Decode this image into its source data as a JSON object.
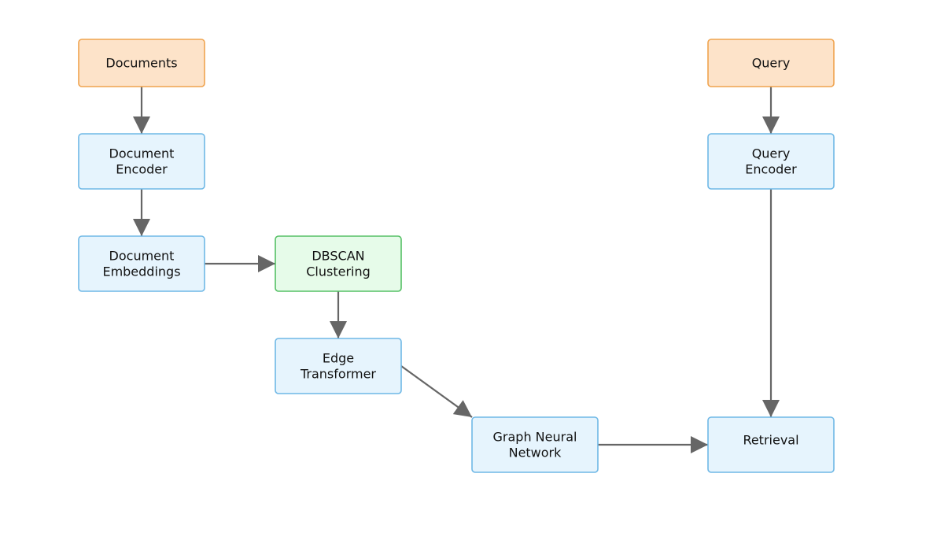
{
  "colors": {
    "edge": "#666666",
    "io_fill": "#fde3c9",
    "io_stroke": "#f0a44f",
    "process_fill": "#e6f4fd",
    "process_stroke": "#6fb8e6",
    "cluster_fill": "#e6fbe9",
    "cluster_stroke": "#55c065"
  },
  "nodes": [
    {
      "id": "documents",
      "kind": "io",
      "lines": [
        "Documents"
      ]
    },
    {
      "id": "query",
      "kind": "io",
      "lines": [
        "Query"
      ]
    },
    {
      "id": "document-encoder",
      "kind": "process",
      "lines": [
        "Document",
        "Encoder"
      ]
    },
    {
      "id": "query-encoder",
      "kind": "process",
      "lines": [
        "Query",
        "Encoder"
      ]
    },
    {
      "id": "document-embeddings",
      "kind": "process",
      "lines": [
        "Document",
        "Embeddings"
      ]
    },
    {
      "id": "dbscan-clustering",
      "kind": "cluster",
      "lines": [
        "DBSCAN",
        "Clustering"
      ]
    },
    {
      "id": "edge-transformer",
      "kind": "process",
      "lines": [
        "Edge",
        "Transformer"
      ]
    },
    {
      "id": "graph-neural-network",
      "kind": "process",
      "lines": [
        "Graph Neural",
        "Network"
      ]
    },
    {
      "id": "retrieval",
      "kind": "process",
      "lines": [
        "Retrieval"
      ]
    }
  ],
  "edges": [
    {
      "from": "documents",
      "to": "document-encoder"
    },
    {
      "from": "document-encoder",
      "to": "document-embeddings"
    },
    {
      "from": "document-embeddings",
      "to": "dbscan-clustering"
    },
    {
      "from": "dbscan-clustering",
      "to": "edge-transformer"
    },
    {
      "from": "edge-transformer",
      "to": "graph-neural-network"
    },
    {
      "from": "graph-neural-network",
      "to": "retrieval"
    },
    {
      "from": "query",
      "to": "query-encoder"
    },
    {
      "from": "query-encoder",
      "to": "retrieval"
    }
  ]
}
